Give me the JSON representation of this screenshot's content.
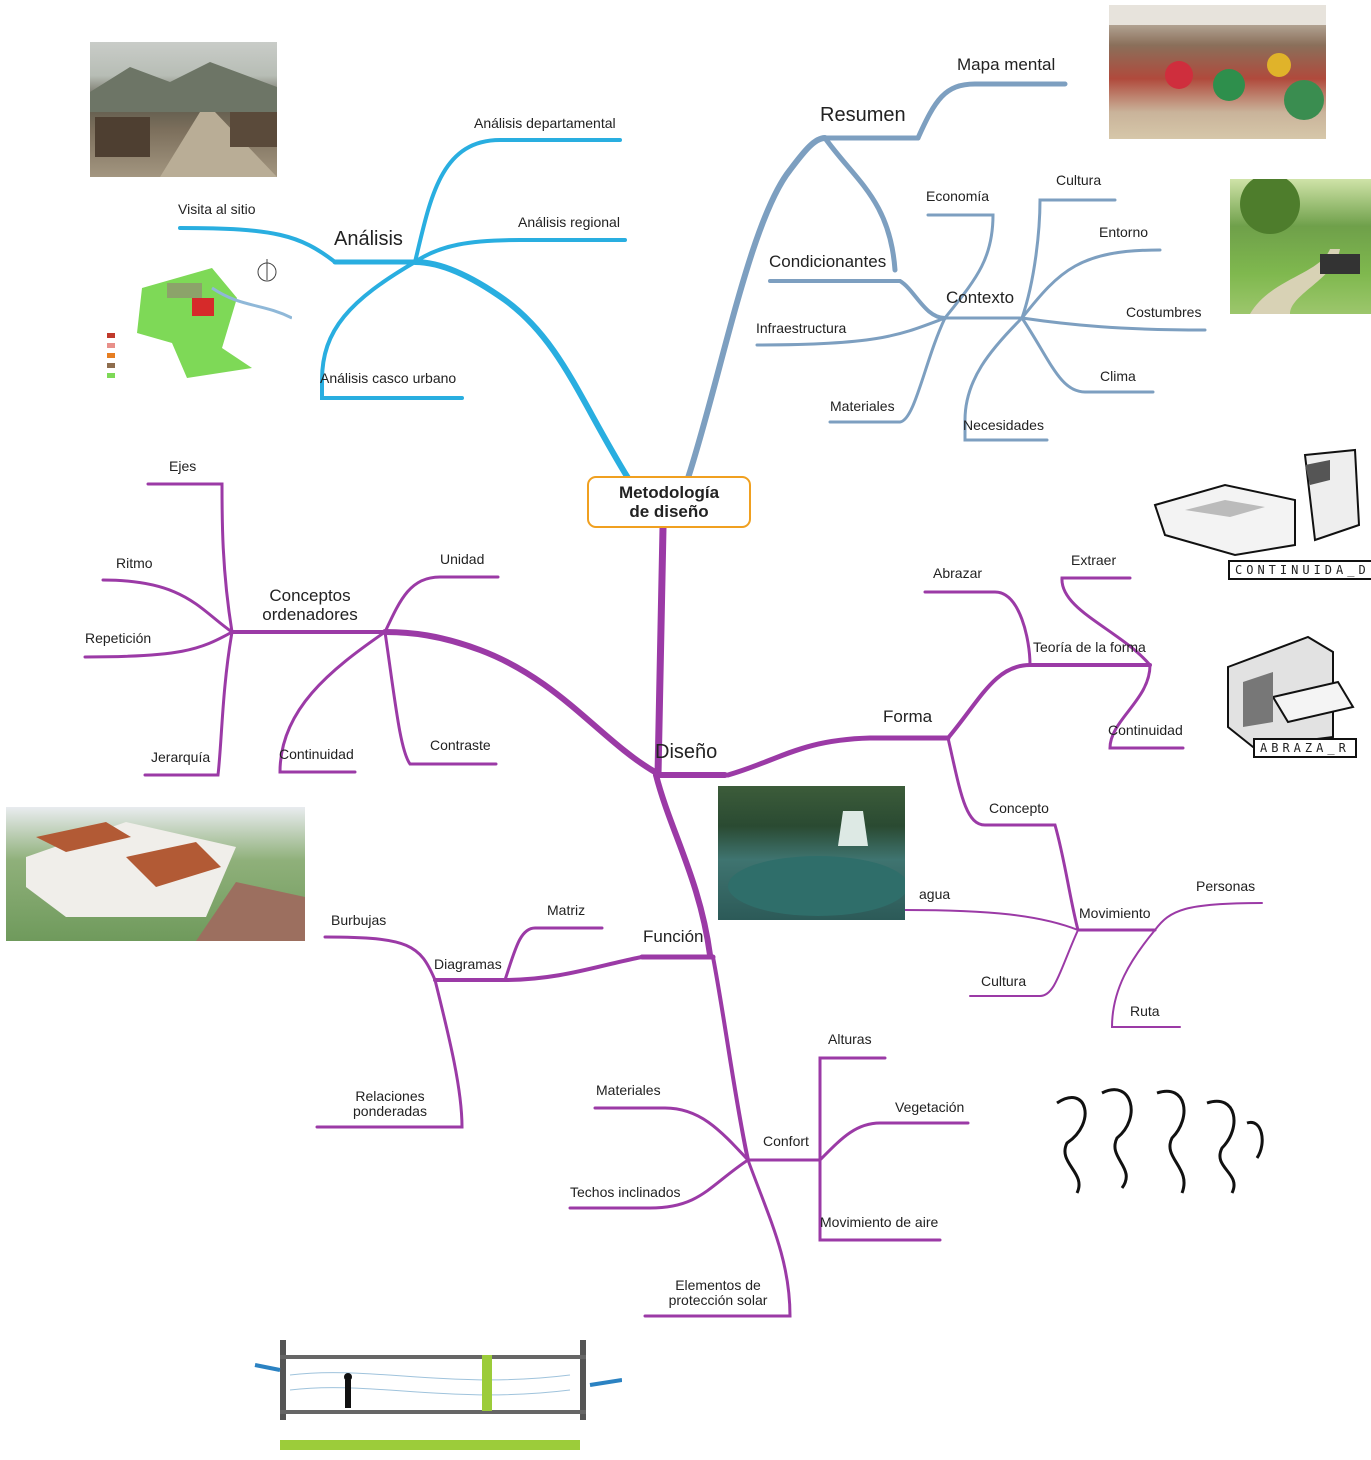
{
  "center": {
    "title": "Metodología de diseño"
  },
  "analisis": {
    "title": "Análisis",
    "items": [
      "Análisis departamental",
      "Análisis regional",
      "Visita al sitio",
      "Análisis casco urbano"
    ]
  },
  "resumen": {
    "title": "Resumen",
    "items": [
      "Mapa mental",
      "Condicionantes"
    ]
  },
  "contexto": {
    "title": "Contexto",
    "items": [
      "Economía",
      "Cultura",
      "Entorno",
      "Costumbres",
      "Clima",
      "Necesidades",
      "Infraestructura",
      "Materiales"
    ]
  },
  "diseno": {
    "title": "Diseño"
  },
  "conceptos": {
    "title": "Conceptos ordenadores",
    "items": [
      "Ejes",
      "Ritmo",
      "Repetición",
      "Jerarquía",
      "Unidad",
      "Continuidad",
      "Contraste"
    ]
  },
  "forma": {
    "title": "Forma",
    "teoria": "Teoría de la forma",
    "items": [
      "Abrazar",
      "Extraer",
      "Continuidad"
    ],
    "concepto": "Concepto",
    "movimiento": "Movimiento",
    "mov_items": [
      "agua",
      "Personas",
      "Cultura",
      "Ruta"
    ]
  },
  "funcion": {
    "title": "Función",
    "diagramas": "Diagramas",
    "diag_items": [
      "Burbujas",
      "Matriz",
      "Relaciones ponderadas"
    ],
    "confort": "Confort",
    "confort_items": [
      "Alturas",
      "Vegetación",
      "Movimiento de aire"
    ],
    "other_items": [
      "Materiales",
      "Techos inclinados",
      "Elementos de protección solar"
    ]
  },
  "sketch_labels": [
    "CONTINUIDA_D",
    "ABRAZA_R"
  ],
  "colors": {
    "analisis": "#29aee0",
    "resumen": "#7d9fc0",
    "diseno": "#9b3aa6",
    "center_border": "#f0a020"
  }
}
